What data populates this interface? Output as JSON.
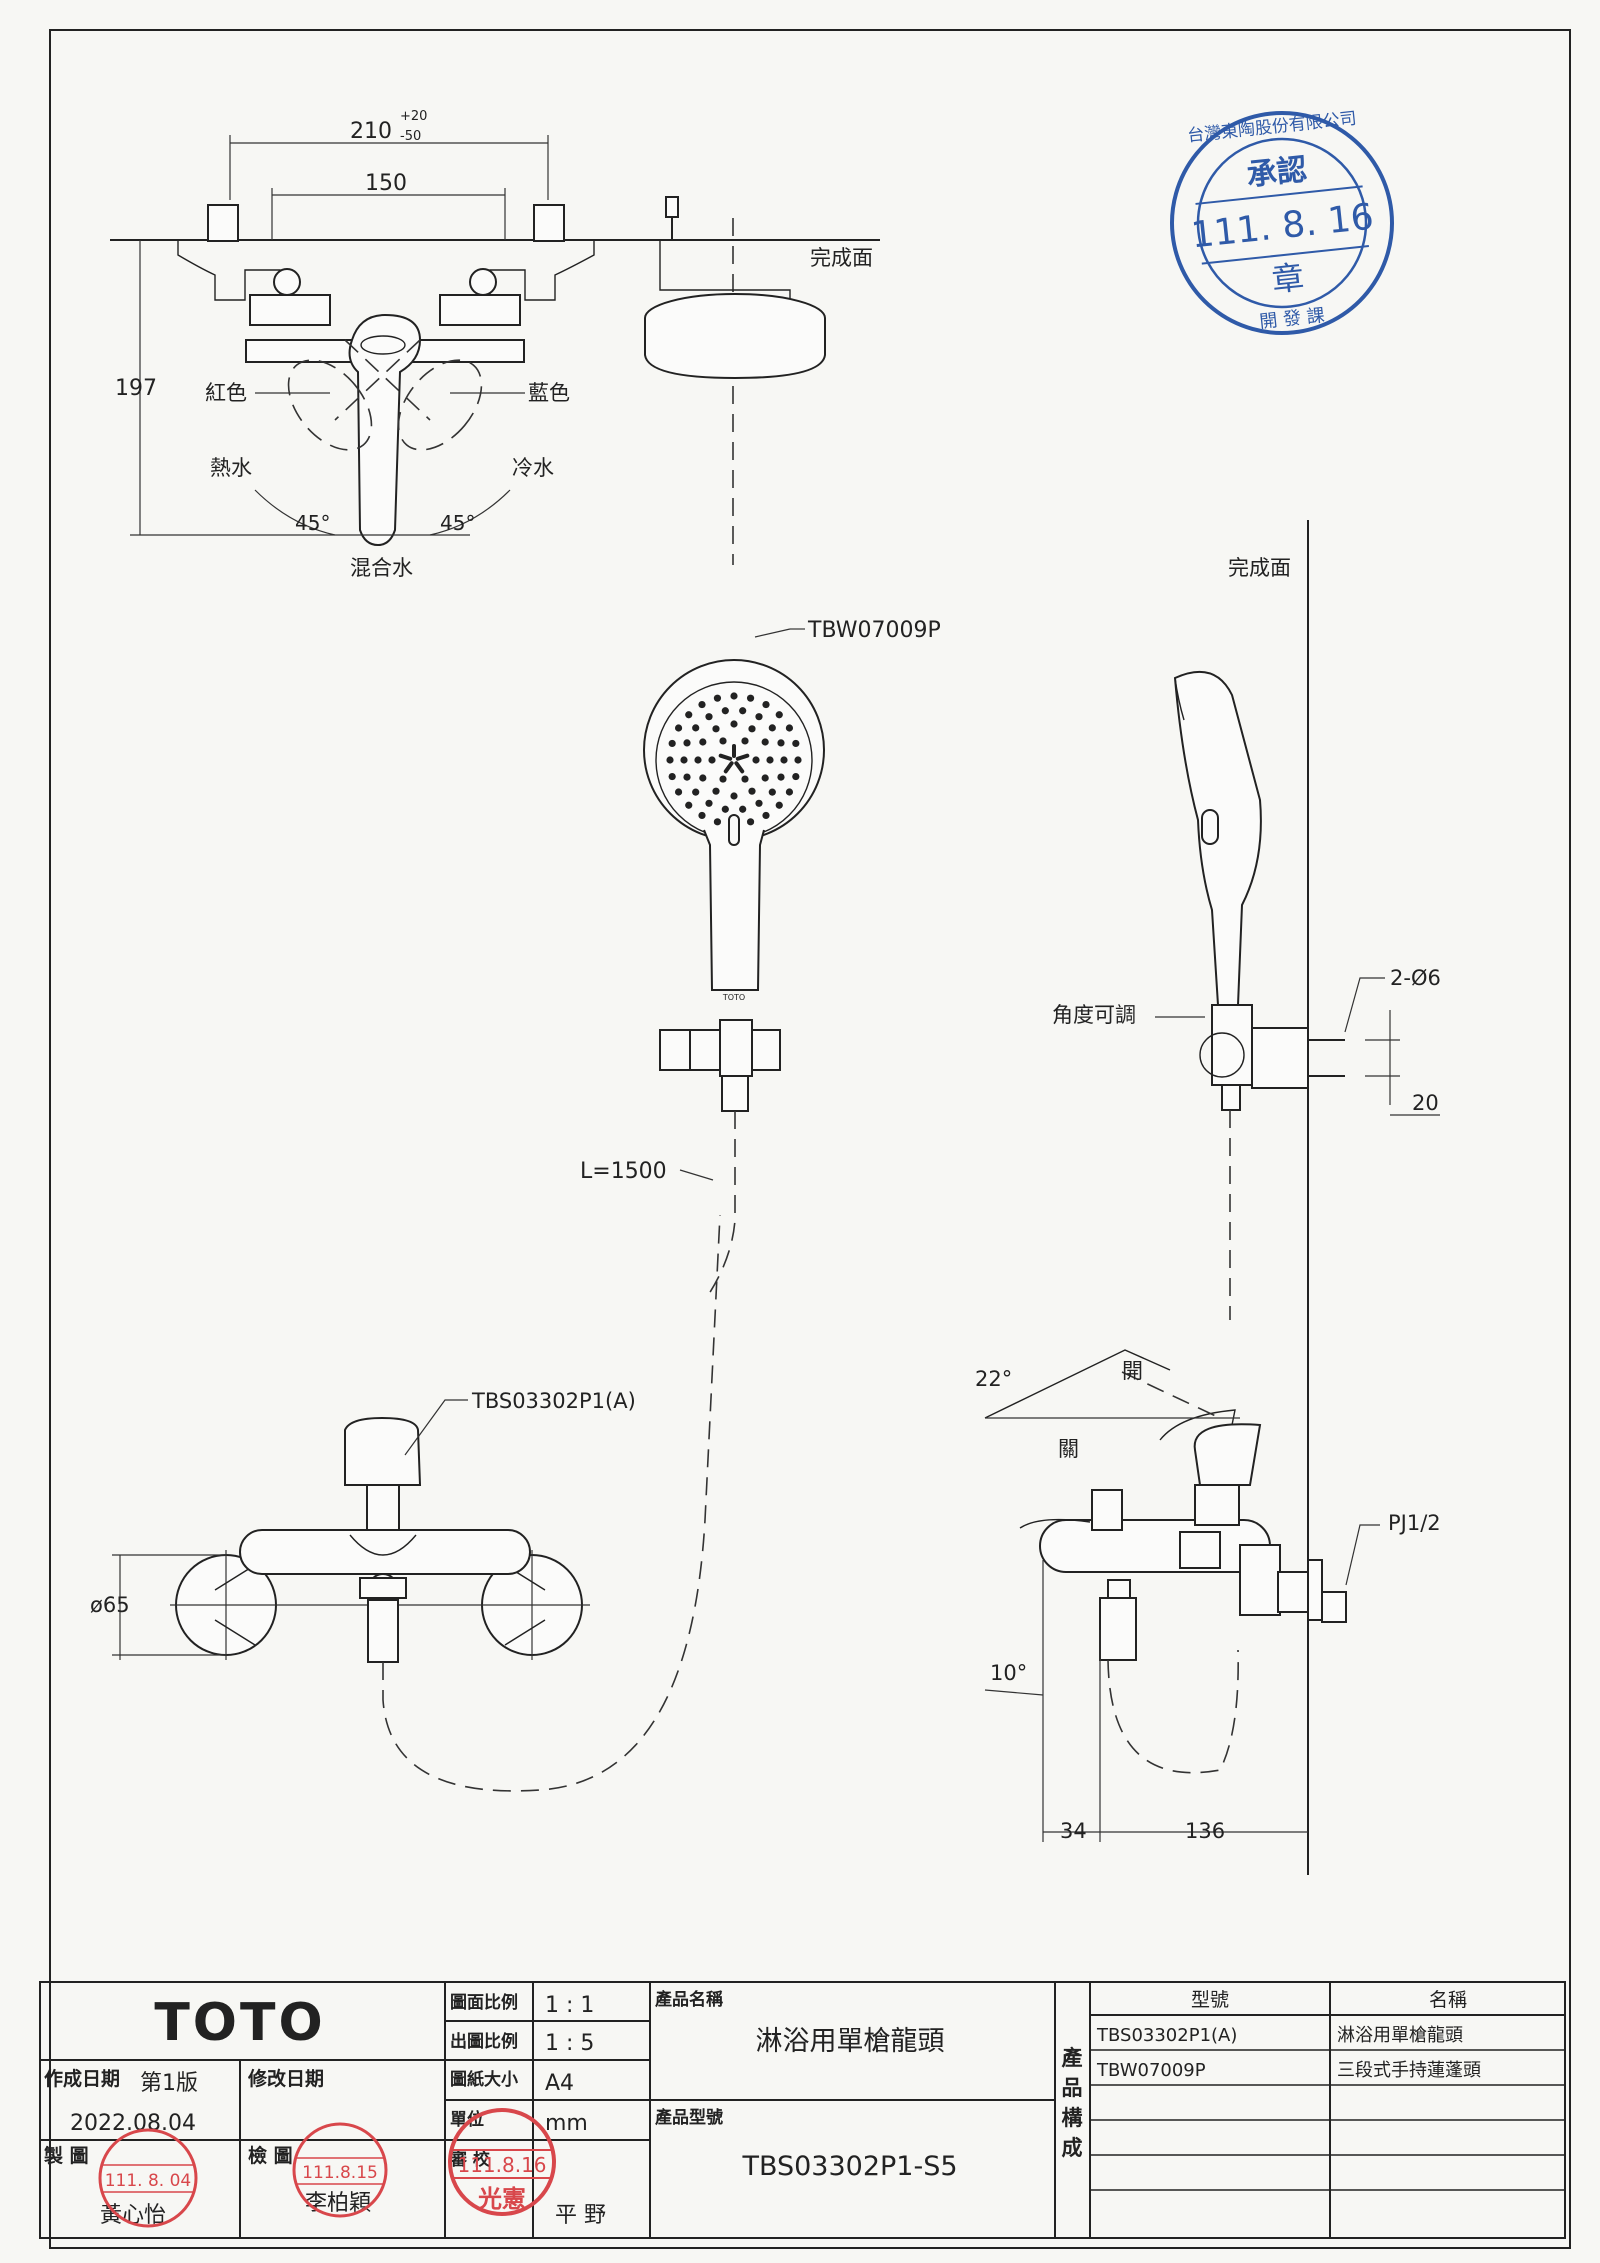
{
  "dimensions": {
    "width_total": "210",
    "width_tol_plus": "+20",
    "width_tol_minus": "-50",
    "center_distance": "150",
    "height": "197",
    "angle_hot": "45°",
    "angle_cold": "45°",
    "angle_lever": "22°",
    "angle_spout": "10°",
    "offset_a": "34",
    "offset_b": "136",
    "hose_length": "L=1500",
    "screw_spec": "2-Ø6",
    "bracket_dim": "20",
    "plate_diameter": "ø65",
    "pipe_thread": "PJ1/2"
  },
  "labels": {
    "finish_surface": "完成面",
    "red": "紅色",
    "blue": "藍色",
    "hot_water": "熱水",
    "cold_water": "冷水",
    "mixed_water": "混合水",
    "angle_adjustable": "角度可調",
    "open": "開",
    "close": "關",
    "shower_model": "TBW07009P",
    "faucet_model": "TBS03302P1(A)",
    "toto_mark": "TOTO"
  },
  "approval_stamp": {
    "company": "台灣東陶股份有限公司",
    "title": "承認",
    "date": "111. 8. 16",
    "seal": "章",
    "dept": "開 發 課"
  },
  "title_block": {
    "logo": "TOTO",
    "scale_label": "圖面比例",
    "scale_value": "1 : 1",
    "print_scale_label": "出圖比例",
    "print_scale_value": "1 : 5",
    "paper_label": "圖紙大小",
    "paper_value": "A4",
    "unit_label": "單位",
    "unit_value": "mm",
    "created_label": "作成日期",
    "version": "第1版",
    "created_date": "2022.08.04",
    "revised_label": "修改日期",
    "drawn_label": "製 圖",
    "drawn_name": "黃心怡",
    "drawn_stamp_date": "111. 8. 04",
    "checked_label": "檢 圖",
    "checked_name": "李柏穎",
    "checked_stamp_date": "111.8.15",
    "reviewed_label": "審 校",
    "reviewed_name": "平 野",
    "reviewed_stamp_date": "111.8.16",
    "reviewed_stamp_name": "光憲",
    "product_name_label": "產品名稱",
    "product_name": "淋浴用單槍龍頭",
    "product_model_label": "產品型號",
    "product_model": "TBS03302P1-S5",
    "composition_label": "產品構成",
    "col_model": "型號",
    "col_name": "名稱",
    "rows": [
      {
        "model": "TBS03302P1(A)",
        "name": "淋浴用單槍龍頭"
      },
      {
        "model": "TBW07009P",
        "name": "三段式手持蓮蓬頭"
      }
    ]
  }
}
